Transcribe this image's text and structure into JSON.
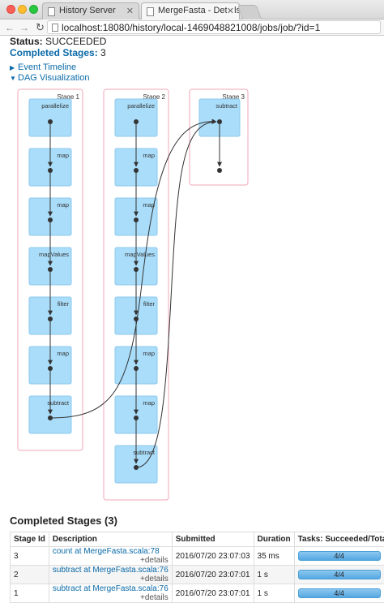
{
  "browser": {
    "tabs": [
      {
        "title": "History Server",
        "active": false
      },
      {
        "title": "MergeFasta - Details for Jo",
        "active": true
      }
    ],
    "url": "localhost:18080/history/local-1469048821008/jobs/job/?id=1"
  },
  "job": {
    "status_label": "Status:",
    "status_value": "SUCCEEDED",
    "completed_label": "Completed Stages:",
    "completed_value": "3"
  },
  "toggles": {
    "event_timeline": "Event Timeline",
    "dag_visualization": "DAG Visualization"
  },
  "dag": {
    "stages": [
      {
        "id": "1",
        "label": "Stage 1",
        "nodes": [
          "parallelize",
          "map",
          "map",
          "mapValues",
          "filter",
          "map",
          "subtract"
        ]
      },
      {
        "id": "2",
        "label": "Stage 2",
        "nodes": [
          "parallelize",
          "map",
          "map",
          "mapValues",
          "filter",
          "map",
          "map",
          "subtract"
        ]
      },
      {
        "id": "3",
        "label": "Stage 3",
        "nodes": [
          "subtract"
        ]
      }
    ],
    "colors": {
      "node_fill": "#a9ddfa",
      "node_stroke": "#8ec8ec",
      "cluster_stroke": "#f2a7b8"
    }
  },
  "completed_stages": {
    "title": "Completed Stages (3)",
    "headers": [
      "Stage Id",
      "Description",
      "Submitted",
      "Duration",
      "Tasks: Succeeded/Total"
    ],
    "rows": [
      {
        "id": "3",
        "description": "count at MergeFasta.scala:78",
        "details": "+details",
        "submitted": "2016/07/20 23:07:03",
        "duration": "35 ms",
        "tasks": "4/4",
        "progress": 1.0
      },
      {
        "id": "2",
        "description": "subtract at MergeFasta.scala:76",
        "details": "+details",
        "submitted": "2016/07/20 23:07:01",
        "duration": "1 s",
        "tasks": "4/4",
        "progress": 1.0
      },
      {
        "id": "1",
        "description": "subtract at MergeFasta.scala:76",
        "details": "+details",
        "submitted": "2016/07/20 23:07:01",
        "duration": "1 s",
        "tasks": "4/4",
        "progress": 1.0
      }
    ]
  }
}
